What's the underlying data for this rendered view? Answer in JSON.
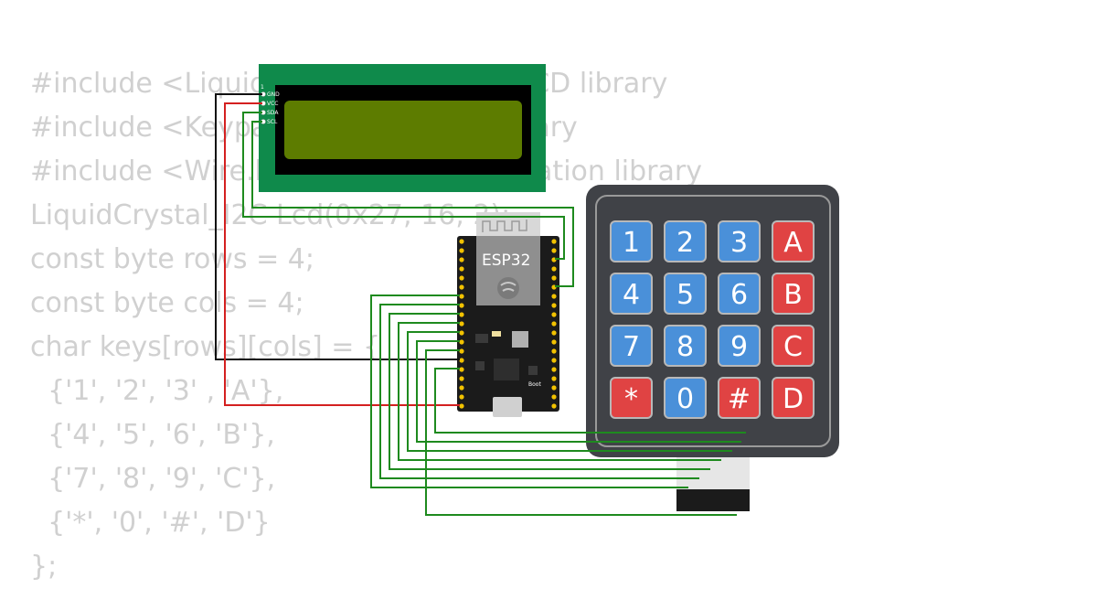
{
  "code_lines": [
    "#include <LiquidCrystal_I2C.h>  // LCD library",
    "#include <Keypad.h>  // Keypad library",
    "#include <Wire.h>  // I2C communication library",
    "LiquidCrystal_I2C Lcd(0x27, 16, 2);",
    "const byte rows = 4;",
    "const byte cols = 4;",
    "char keys[rows][cols] = {",
    "  {'1', '2', '3' , 'A'},",
    "  {'4', '5', '6', 'B'},",
    "  {'7', '8', '9', 'C'},",
    "  {'*', '0', '#', 'D'}",
    "};"
  ],
  "lcd": {
    "pin_labels": [
      "GND",
      "VCC",
      "SDA",
      "SCL"
    ],
    "pin1_label": "1"
  },
  "esp32": {
    "title": "ESP32",
    "boot_label": "Boot"
  },
  "keypad": {
    "keys": [
      [
        "1",
        "2",
        "3",
        "A"
      ],
      [
        "4",
        "5",
        "6",
        "B"
      ],
      [
        "7",
        "8",
        "9",
        "C"
      ],
      [
        "*",
        "0",
        "#",
        "D"
      ]
    ]
  },
  "colors": {
    "wire_green": "#1e8a1e",
    "wire_red": "#d42020",
    "wire_black": "#111111",
    "lcd_board": "#0f8a4b",
    "lcd_screen": "#5d7c00",
    "key_blue": "#4a90d9",
    "key_red": "#e04343",
    "keypad_body": "#404247"
  }
}
